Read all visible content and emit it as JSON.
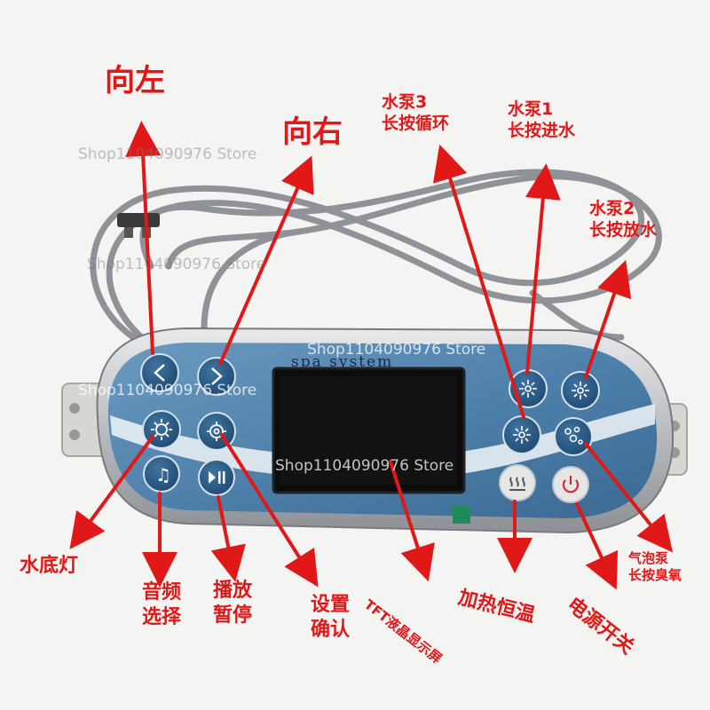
{
  "panel": {
    "brand_text": "spa system",
    "watermark": "Shop1104090976 Store",
    "colors": {
      "arrow": "#e01818",
      "label": "#e01818",
      "panel_blue": "#4a7fa8",
      "screen": "#0a0a0a",
      "power_icon": "#d62a2a"
    }
  },
  "buttons": [
    {
      "id": "left",
      "icon": "chevron-left-icon"
    },
    {
      "id": "right",
      "icon": "chevron-right-icon"
    },
    {
      "id": "light",
      "icon": "sun-icon"
    },
    {
      "id": "settings",
      "icon": "gear-icon"
    },
    {
      "id": "audio",
      "icon": "music-note-icon"
    },
    {
      "id": "play",
      "icon": "play-pause-icon"
    },
    {
      "id": "pump3",
      "icon": "pump-icon"
    },
    {
      "id": "pump1",
      "icon": "pump-icon"
    },
    {
      "id": "pump2",
      "icon": "pump-icon"
    },
    {
      "id": "bubble",
      "icon": "bubble-icon"
    },
    {
      "id": "heat",
      "icon": "heat-icon"
    },
    {
      "id": "power",
      "icon": "power-icon"
    }
  ],
  "labels": {
    "left": "向左",
    "right": "向右",
    "pump3_line1": "水泵3",
    "pump3_line2": "长按循环",
    "pump1_line1": "水泵1",
    "pump1_line2": "长按进水",
    "pump2_line1": "水泵2",
    "pump2_line2": "长按放水",
    "light": "水底灯",
    "audio_line1": "音频",
    "audio_line2": "选择",
    "play_line1": "播放",
    "play_line2": "暂停",
    "settings_line1": "设置",
    "settings_line2": "确认",
    "tft": "TFT液晶显示屏",
    "heat": "加热恒温",
    "power": "电源开关",
    "bubble_line1": "气泡泵",
    "bubble_line2": "长按臭氧"
  }
}
